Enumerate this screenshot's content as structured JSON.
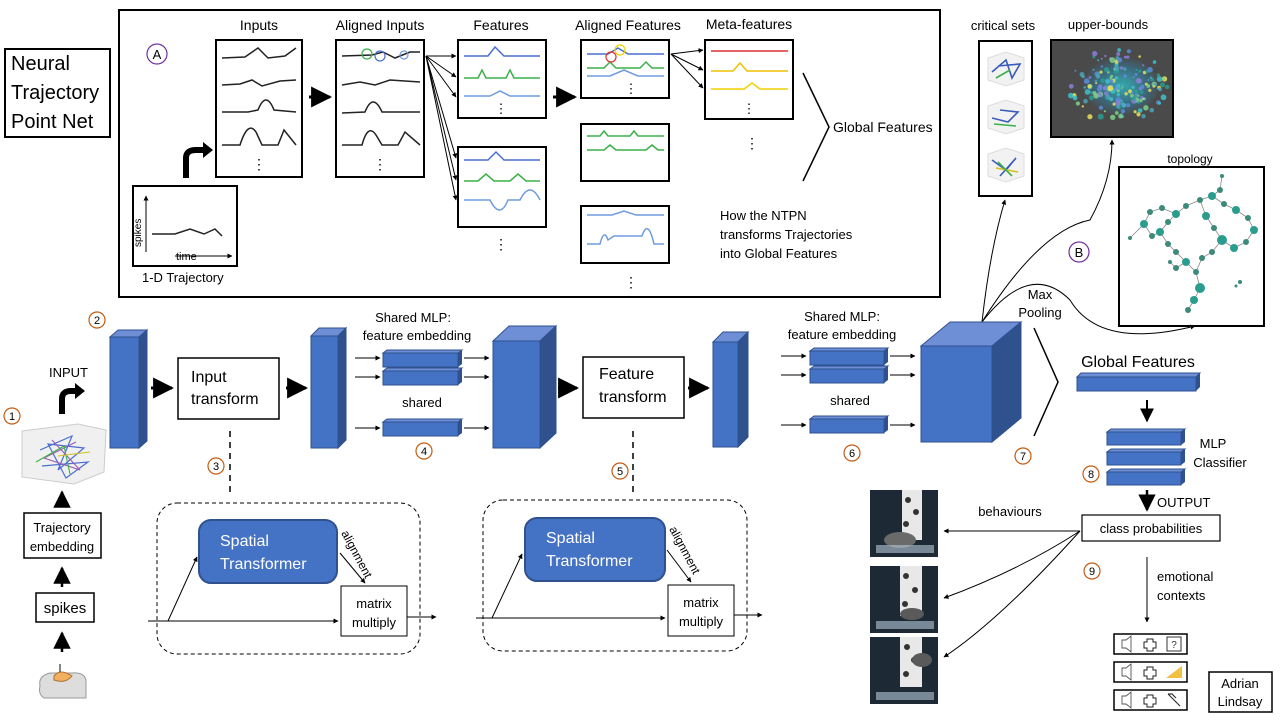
{
  "title_box": {
    "line1": "Neural",
    "line2": "Trajectory",
    "line3": "Point Net"
  },
  "panel_a": {
    "marker": "A",
    "headers": {
      "inputs": "Inputs",
      "aligned_inputs": "Aligned Inputs",
      "features": "Features",
      "aligned_features": "Aligned Features",
      "meta_features": "Meta-features"
    },
    "global_features": "Global Features",
    "trajectory_ylabel": "spikes",
    "trajectory_xlabel": "time",
    "trajectory_caption": "1-D Trajectory",
    "description": [
      "How the NTPN",
      "transforms Trajectories",
      "into Global Features"
    ],
    "ellipsis": "⋮"
  },
  "right_panels": {
    "critical_sets": "critical sets",
    "upper_bounds": "upper-bounds",
    "topology": "topology",
    "marker_b": "B"
  },
  "pipeline": {
    "input_label": "INPUT",
    "input_transform": [
      "Input",
      "transform"
    ],
    "shared_mlp_1": [
      "Shared MLP:",
      "feature embedding"
    ],
    "shared_1": "shared",
    "feature_transform": [
      "Feature",
      "transform"
    ],
    "shared_mlp_2": [
      "Shared MLP:",
      "feature embedding"
    ],
    "shared_2": "shared",
    "max_pooling": [
      "Max",
      "Pooling"
    ],
    "global_features": "Global Features",
    "mlp_classifier": [
      "MLP",
      "Classifier"
    ],
    "output_label": "OUTPUT",
    "class_probabilities": "class probabilities",
    "behaviours": "behaviours",
    "emotional_contexts": [
      "emotional",
      "contexts"
    ],
    "trajectory_embedding": [
      "Trajectory",
      "embedding"
    ],
    "spikes": "spikes"
  },
  "spatial_blocks": [
    {
      "title": [
        "Spatial",
        "Transformer"
      ],
      "alignment": "alignment",
      "matrix": [
        "matrix",
        "multiply"
      ]
    },
    {
      "title": [
        "Spatial",
        "Transformer"
      ],
      "alignment": "alignment",
      "matrix": [
        "matrix",
        "multiply"
      ]
    }
  ],
  "step_numbers": [
    "1",
    "2",
    "3",
    "4",
    "5",
    "6",
    "7",
    "8",
    "9"
  ],
  "author": [
    "Adrian",
    "Lindsay"
  ],
  "colors": {
    "block_blue": "#4472c4",
    "block_blue_dark": "#2f528f",
    "step_orange": "#c55a11",
    "marker_purple": "#7030a0",
    "line_blue": "#4a6fd0",
    "line_green": "#3bb04a",
    "line_lightblue": "#6f9be0",
    "line_red": "#e03030",
    "line_yellow": "#f0d000"
  }
}
